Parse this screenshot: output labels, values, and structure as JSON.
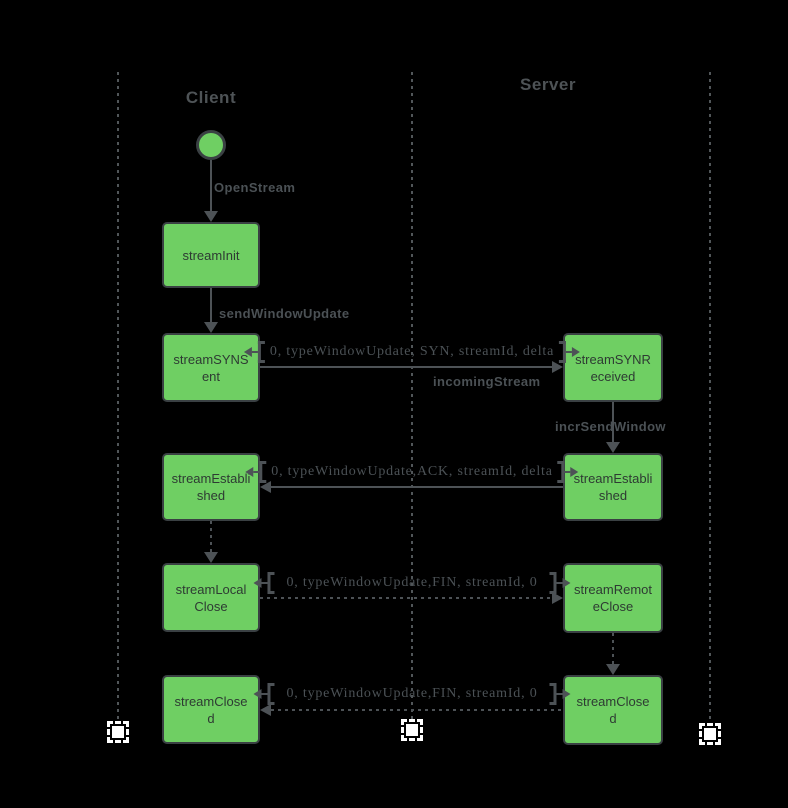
{
  "colors": {
    "background": "#000000",
    "node_fill": "#6fcf63",
    "node_border": "#3a4043",
    "node_text": "#2e3b33",
    "line": "#4d5256",
    "label": "#4b5155",
    "title": "#4e5356",
    "lifeline": "#515659",
    "endpoint": "#ffffff"
  },
  "titles": {
    "client": "Client",
    "server": "Server"
  },
  "nodes": [
    {
      "id": "start-state",
      "label": ""
    },
    {
      "id": "streamInit",
      "label": "streamInit",
      "display": "streamInit"
    },
    {
      "id": "streamSYNSent",
      "label": "streamSYNSent",
      "display": "streamSYNS\nent"
    },
    {
      "id": "streamSYNReceived",
      "label": "streamSYNReceived",
      "display": "streamSYNR\neceived"
    },
    {
      "id": "streamEstablished-client",
      "label": "streamEstablished",
      "display": "streamEstabli\nshed"
    },
    {
      "id": "streamEstablished-server",
      "label": "streamEstablished",
      "display": "streamEstabli\nshed"
    },
    {
      "id": "streamLocalClose",
      "label": "streamLocalClose",
      "display": "streamLocal\nClose"
    },
    {
      "id": "streamRemoteClose",
      "label": "streamRemoteClose",
      "display": "streamRemot\neClose"
    },
    {
      "id": "streamClosed-client",
      "label": "streamClosed",
      "display": "streamClose\nd"
    },
    {
      "id": "streamClosed-server",
      "label": "streamClosed",
      "display": "streamClose\nd"
    }
  ],
  "transitions": [
    {
      "label": "OpenStream"
    },
    {
      "label": "sendWindowUpdate"
    },
    {
      "label": "incomingStream"
    },
    {
      "label": "incrSendWindow"
    }
  ],
  "messages": [
    {
      "text": "0, typeWindowUpdate, SYN, streamId, delta",
      "direction": "right",
      "style": "solid"
    },
    {
      "text": "0, typeWindowUpdate,ACK, streamId, delta",
      "direction": "left",
      "style": "solid"
    },
    {
      "text": "0, typeWindowUpdate,FIN, streamId, 0",
      "direction": "right",
      "style": "dotted"
    },
    {
      "text": "0, typeWindowUpdate,FIN, streamId, 0",
      "direction": "left",
      "style": "dotted"
    }
  ]
}
